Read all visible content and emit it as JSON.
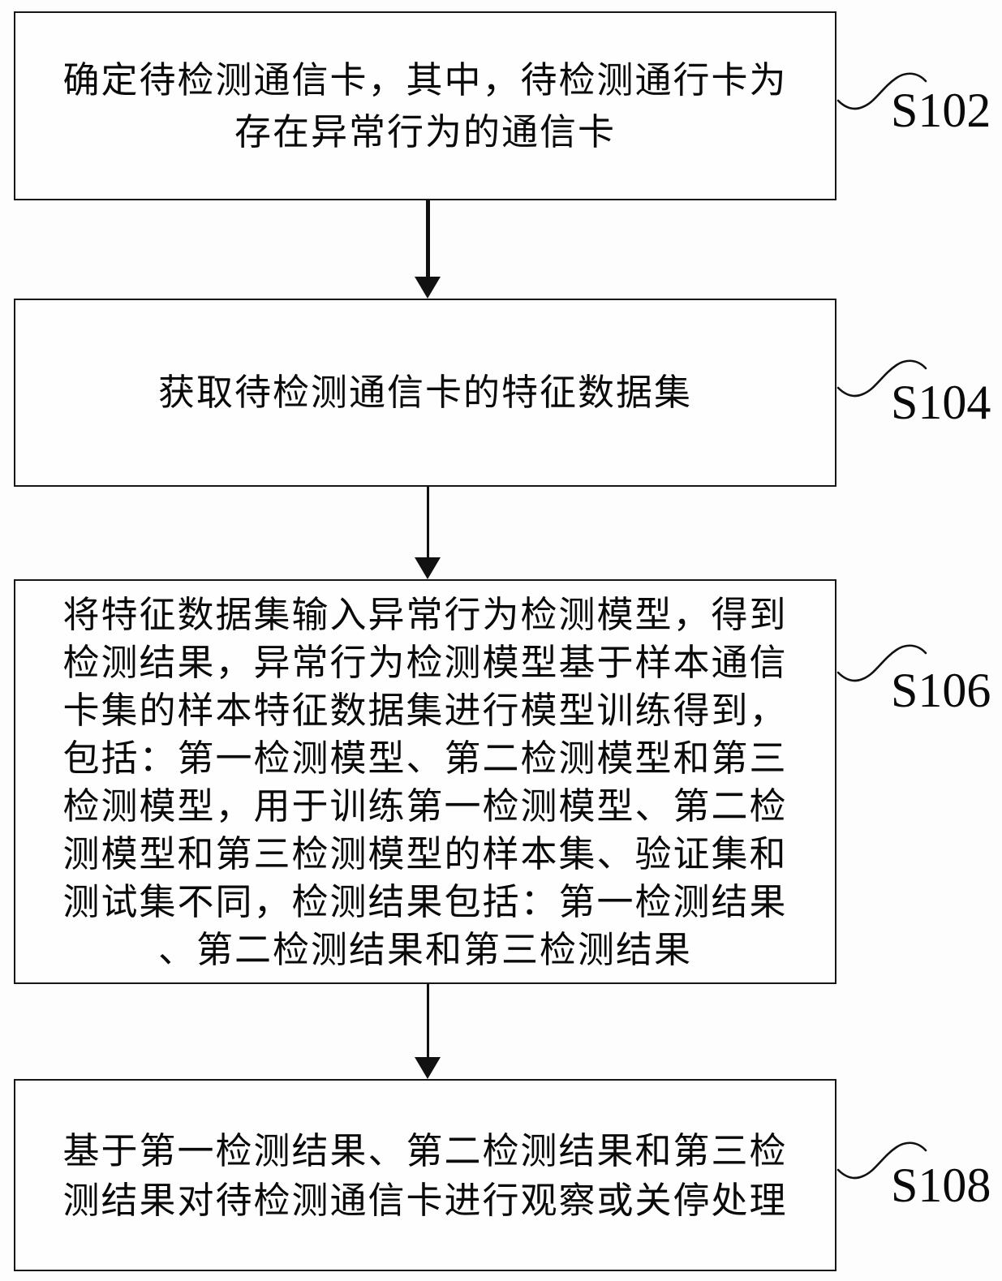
{
  "colors": {
    "background": "#fdfdfd",
    "line": "#111111",
    "text": "#0a0a0a"
  },
  "diagram": {
    "type": "flowchart",
    "direction": "top-down",
    "steps": [
      {
        "label": "S102",
        "lines": [
          "确定待检测通信卡，其中，待检测通行卡为",
          "存在异常行为的通信卡"
        ]
      },
      {
        "label": "S104",
        "lines": [
          "获取待检测通信卡的特征数据集"
        ]
      },
      {
        "label": "S106",
        "lines": [
          "将特征数据集输入异常行为检测模型，得到",
          "检测结果，异常行为检测模型基于样本通信",
          "卡集的样本特征数据集进行模型训练得到，",
          "包括：第一检测模型、第二检测模型和第三",
          "检测模型，用于训练第一检测模型、第二检",
          "测模型和第三检测模型的样本集、验证集和",
          "测试集不同，检测结果包括：第一检测结果",
          "、第二检测结果和第三检测结果"
        ]
      },
      {
        "label": "S108",
        "lines": [
          "基于第一检测结果、第二检测结果和第三检",
          "测结果对待检测通信卡进行观察或关停处理"
        ]
      }
    ],
    "connectors": [
      {
        "from": "S102",
        "to": "S104"
      },
      {
        "from": "S104",
        "to": "S106"
      },
      {
        "from": "S106",
        "to": "S108"
      }
    ]
  }
}
